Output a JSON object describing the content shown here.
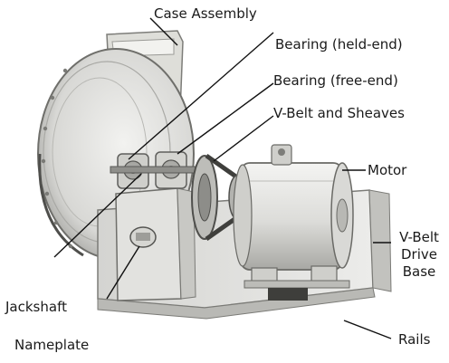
{
  "labels": {
    "case_assembly": "Case Assembly",
    "bearing_held_end": "Bearing (held-end)",
    "bearing_free_end": "Bearing (free-end)",
    "vbelt_sheaves": "V-Belt and Sheaves",
    "motor": "Motor",
    "drive_base_line1": "V-Belt",
    "drive_base_line2": "Drive",
    "drive_base_line3": "Base",
    "jackshaft": "Jackshaft",
    "nameplate": "Nameplate",
    "rails": "Rails"
  },
  "colors": {
    "metal_light": "#e4e4e2",
    "metal_mid": "#c9c9c6",
    "metal_dark": "#8e8e8a",
    "shadow": "#4a4a48",
    "leader": "#111111"
  }
}
